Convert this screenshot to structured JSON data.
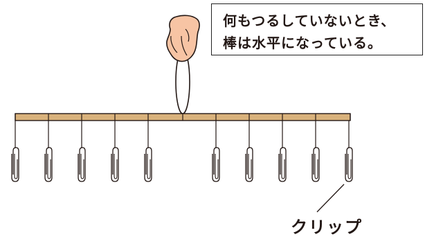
{
  "callout": {
    "line1": "何もつるしていないとき、",
    "line2": "棒は水平になっている。"
  },
  "clip_label": "クリップ",
  "diagram": {
    "rod_color": "#d9b27c",
    "hand_color": "#f7c4a4",
    "stroke_color": "#231815",
    "clip_count": 10
  }
}
